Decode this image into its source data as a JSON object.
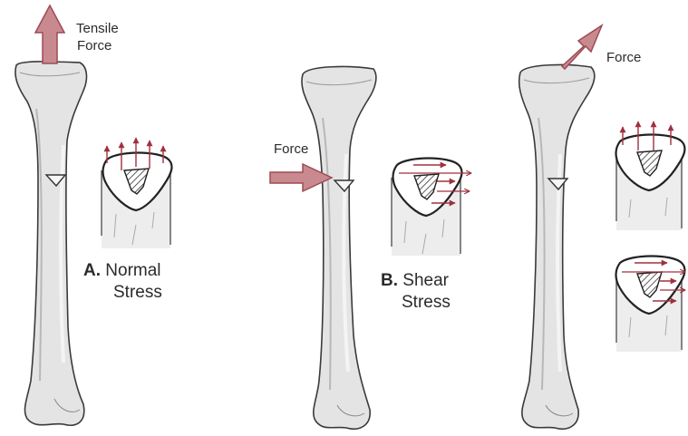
{
  "panel_a": {
    "force_label_line1": "Tensile",
    "force_label_line2": "Force",
    "letter": "A.",
    "title_line1": "Normal",
    "title_line2": "Stress"
  },
  "panel_b": {
    "force_label": "Force",
    "letter": "B.",
    "title_line1": "Shear",
    "title_line2": "Stress"
  },
  "panel_c": {
    "force_label": "Force"
  },
  "colors": {
    "bone_fill": "#e4e4e4",
    "bone_outline": "#3a3a3a",
    "arrow_fill": "#c98a8f",
    "arrow_stroke": "#9e4a55",
    "stress_arrow": "#a0303f"
  }
}
